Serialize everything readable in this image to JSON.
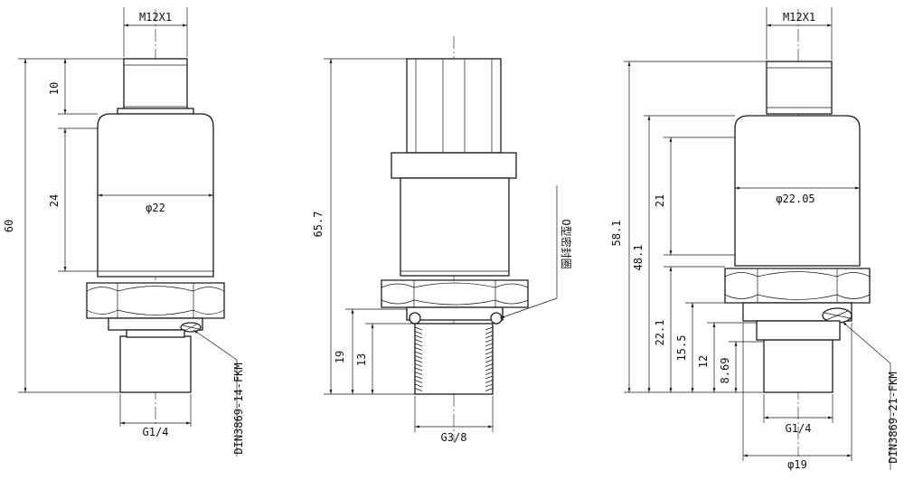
{
  "left_sensor": {
    "thread_top": "M12X1",
    "dim_total": "60",
    "dim_connector": "10",
    "dim_body": "24",
    "dim_diameter": "φ22",
    "thread_bottom": "G1/4",
    "seal": "DIN3869-14-FKM"
  },
  "middle_sensor": {
    "dim_total": "65.7",
    "dim_thread_19": "19",
    "dim_thread_13": "13",
    "thread_bottom": "G3/8",
    "seal": "O型密封圈"
  },
  "right_sensor": {
    "thread_top": "M12X1",
    "dim_total": "58.1",
    "dim_body_total": "48.1",
    "dim_body": "21",
    "dim_diameter": "φ22.05",
    "dim_22_1": "22.1",
    "dim_15_5": "15.5",
    "dim_12": "12",
    "dim_8_69": "8.69",
    "thread_bottom": "G1/4",
    "dim_bottom_diameter": "φ19",
    "seal": "DIN3869-21-FKM"
  }
}
